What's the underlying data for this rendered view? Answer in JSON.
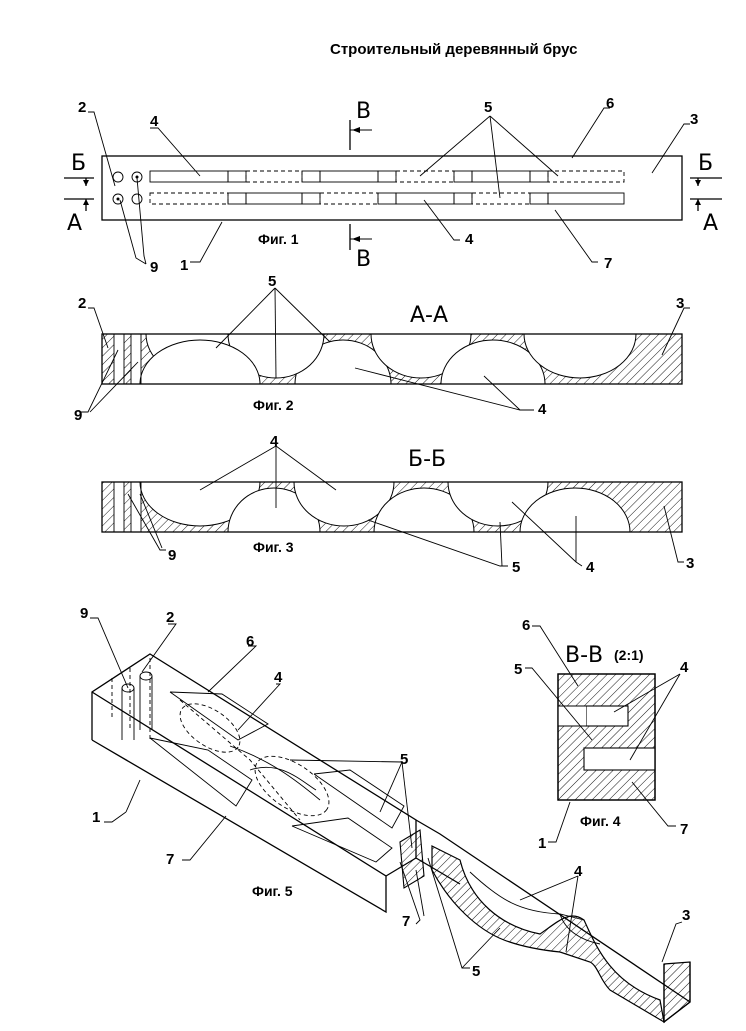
{
  "title": "Строительный деревянный брус",
  "figures": {
    "fig1": "Фиг. 1",
    "fig2": "Фиг. 2",
    "fig3": "Фиг. 3",
    "fig4": "Фиг. 4",
    "fig5": "Фиг. 5"
  },
  "sections": {
    "aa": "А-А",
    "bb": "Б-Б",
    "vv": "В-В",
    "vv_scale": "(2:1)"
  },
  "section_marks": {
    "a": "А",
    "b": "Б",
    "v": "В"
  },
  "labels": {
    "n1": "1",
    "n2": "2",
    "n3": "3",
    "n4": "4",
    "n5": "5",
    "n6": "6",
    "n7": "7",
    "n9": "9"
  }
}
